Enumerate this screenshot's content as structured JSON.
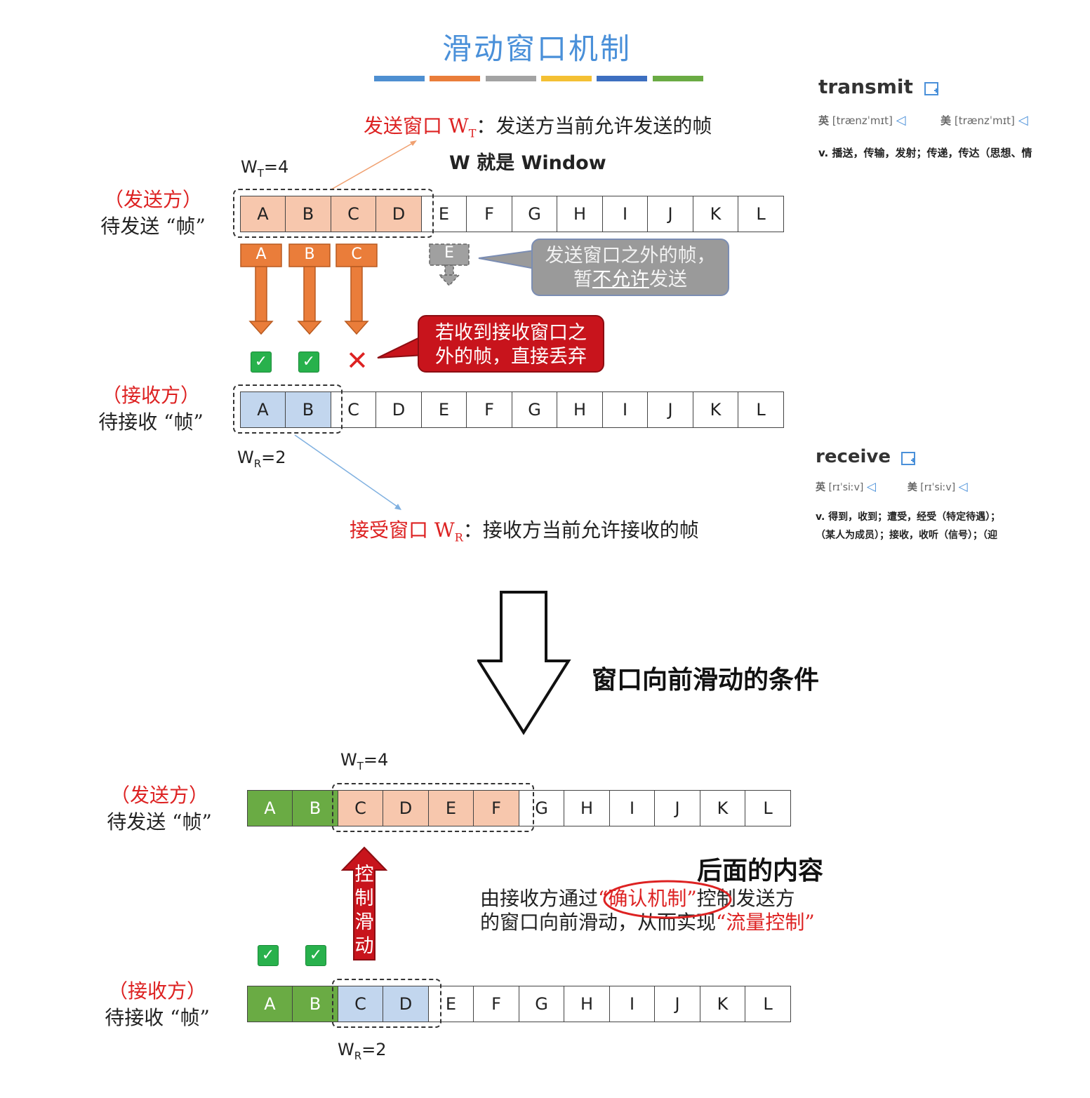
{
  "title": "滑动窗口机制",
  "color_bar": [
    "#4e8fd1",
    "#ea7d3a",
    "#a3a3a3",
    "#f4c033",
    "#3d6fc0",
    "#6aab44"
  ],
  "top": {
    "send_window_def": {
      "label": "发送窗口 W",
      "sub": "T",
      "desc": "：发送方当前允许发送的帧"
    },
    "w_note": "W 就是 Window",
    "wt_label": {
      "main": "W",
      "sub": "T",
      "rest": "=4"
    },
    "sender_role": {
      "line1": "（发送方）",
      "line2": "待发送 “帧”"
    },
    "sender_frames": [
      "A",
      "B",
      "C",
      "D",
      "E",
      "F",
      "G",
      "H",
      "I",
      "J",
      "K",
      "L"
    ],
    "sent_frames": [
      "A",
      "B",
      "C"
    ],
    "blocked_frame": "E",
    "gray_bubble": {
      "line1": "发送窗口之外的帧，",
      "line2a": "暂",
      "line2b": "不允许",
      "line2c": "发送"
    },
    "red_bubble": {
      "line1": "若收到接收窗口之",
      "line2": "外的帧，直接丢弃"
    },
    "receiver_role": {
      "line1": "（接收方）",
      "line2": "待接收 “帧”"
    },
    "receiver_frames": [
      "A",
      "B",
      "C",
      "D",
      "E",
      "F",
      "G",
      "H",
      "I",
      "J",
      "K",
      "L"
    ],
    "wr_label": {
      "main": "W",
      "sub": "R",
      "rest": "=2"
    },
    "recv_window_def": {
      "label": "接受窗口 W",
      "sub": "R",
      "desc": "：接收方当前允许接收的帧"
    }
  },
  "dict": {
    "transmit": {
      "word": "transmit",
      "uk": "英",
      "uk_ipa": "[trænzˈmɪt]",
      "us": "美",
      "us_ipa": "[trænzˈmɪt]",
      "def": "v. 播送，传输，发射；传递，传达（思想、情"
    },
    "receive": {
      "word": "receive",
      "uk": "英",
      "uk_ipa": "[rɪˈsiːv]",
      "us": "美",
      "us_ipa": "[rɪˈsiːv]",
      "def1": "v. 得到，收到；遭受，经受（特定待遇）；",
      "def2": "（某人为成员）；接收，收听（信号）；（迎"
    }
  },
  "middle": {
    "condition": "窗口向前滑动的条件"
  },
  "bottom": {
    "wt_label": {
      "main": "W",
      "sub": "T",
      "rest": "=4"
    },
    "sender_role": {
      "line1": "（发送方）",
      "line2": "待发送 “帧”"
    },
    "sender_frames": [
      "A",
      "B",
      "C",
      "D",
      "E",
      "F",
      "G",
      "H",
      "I",
      "J",
      "K",
      "L"
    ],
    "control_arrow": [
      "控",
      "制",
      "滑",
      "动"
    ],
    "later": "后面的内容",
    "explain": {
      "l1a": "由接收方通过",
      "l1b": "“确认机制”",
      "l1c": "控制发送方",
      "l2a": "的窗口向前滑动，从而实现",
      "l2b": "“流量控制”"
    },
    "receiver_role": {
      "line1": "（接收方）",
      "line2": "待接收 “帧”"
    },
    "receiver_frames": [
      "A",
      "B",
      "C",
      "D",
      "E",
      "F",
      "G",
      "H",
      "I",
      "J",
      "K",
      "L"
    ],
    "wr_label": {
      "main": "W",
      "sub": "R",
      "rest": "=2"
    }
  }
}
